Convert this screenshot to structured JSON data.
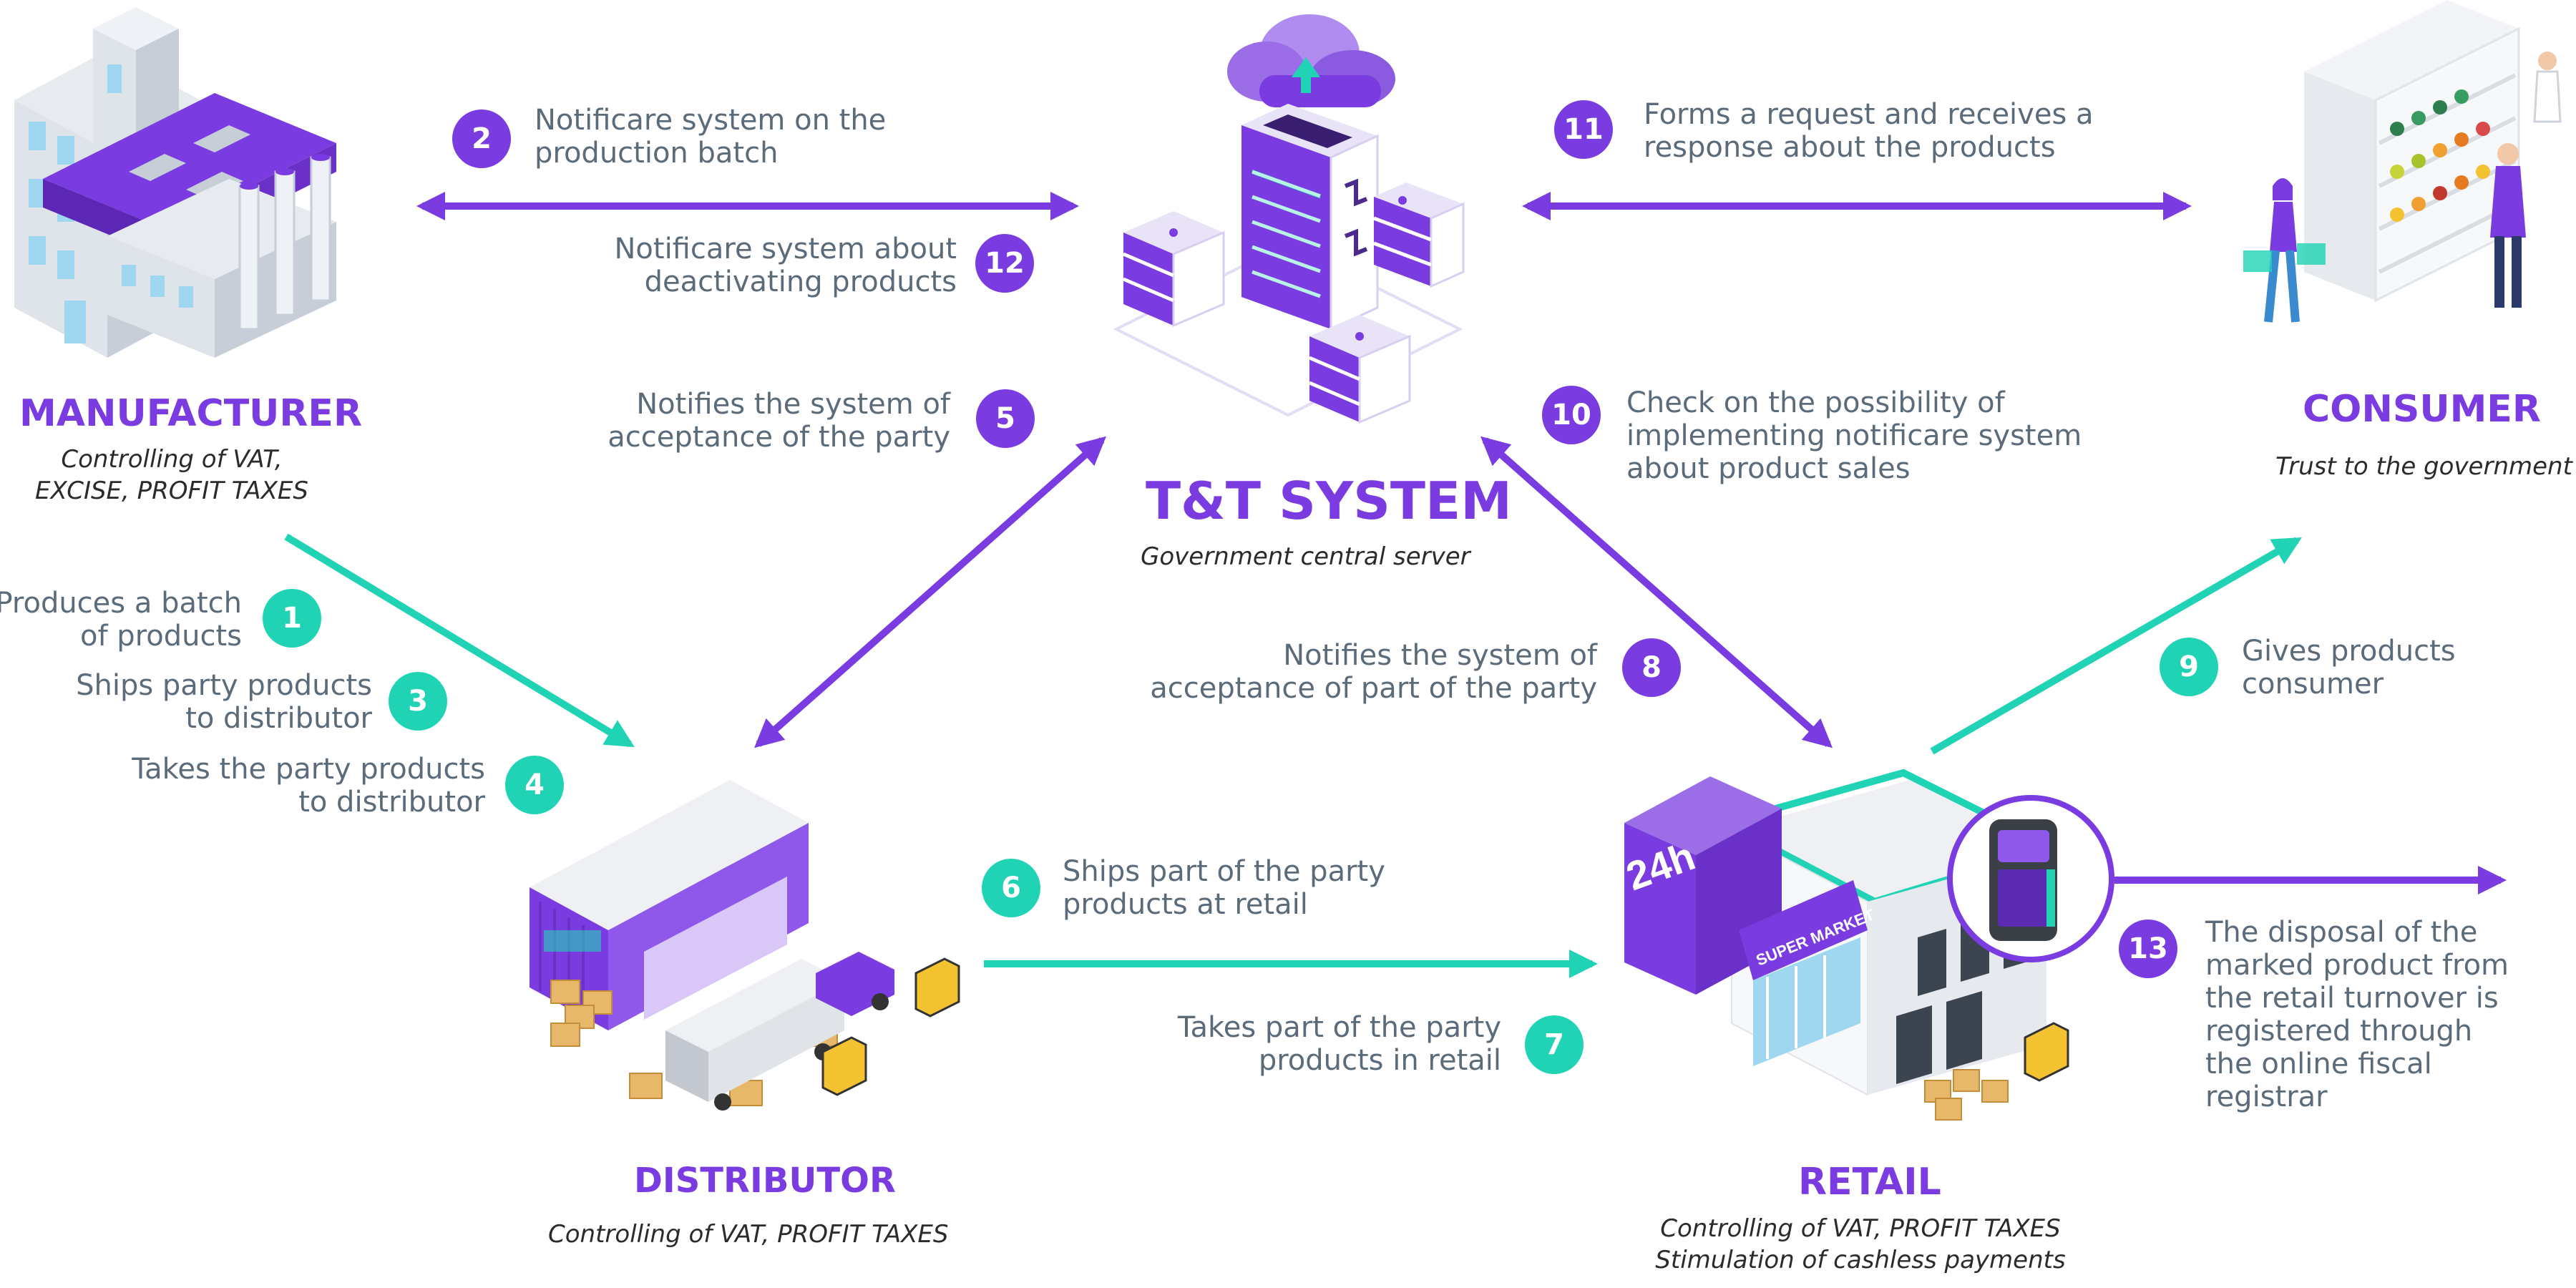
{
  "colors": {
    "purple": "#7a3ce0",
    "teal": "#1fd3b4",
    "text": "#5b6b7a"
  },
  "nodes": {
    "manufacturer": {
      "title": "MANUFACTURER",
      "sub1": "Controlling of VAT,",
      "sub2": "EXCISE, PROFIT TAXES"
    },
    "tt_system": {
      "title": "T&T SYSTEM",
      "sub1": "Government central server"
    },
    "consumer": {
      "title": "CONSUMER",
      "sub1": "Trust to the government"
    },
    "distributor": {
      "title": "DISTRIBUTOR",
      "sub1": "Controlling of VAT, PROFIT TAXES"
    },
    "retail": {
      "title": "RETAIL",
      "sub1": "Controlling of VAT, PROFIT TAXES",
      "sub2": "Stimulation of cashless payments",
      "shop_sign": "24h",
      "shop_banner": "SUPER MARKET"
    }
  },
  "steps": {
    "s1": {
      "num": "1",
      "l1": "Produces a batch",
      "l2": "of products"
    },
    "s2": {
      "num": "2",
      "l1": "Notificare system on the",
      "l2": "production batch"
    },
    "s3": {
      "num": "3",
      "l1": "Ships party products",
      "l2": "to distributor"
    },
    "s4": {
      "num": "4",
      "l1": "Takes the party products",
      "l2": "to distributor"
    },
    "s5": {
      "num": "5",
      "l1": "Notifies the system of",
      "l2": "acceptance of the party"
    },
    "s6": {
      "num": "6",
      "l1": "Ships part of the party",
      "l2": "products at retail"
    },
    "s7": {
      "num": "7",
      "l1": "Takes part of the party",
      "l2": "products in retail"
    },
    "s8": {
      "num": "8",
      "l1": "Notifies the system of",
      "l2": "acceptance of part of the party"
    },
    "s9": {
      "num": "9",
      "l1": "Gives products",
      "l2": "consumer"
    },
    "s10": {
      "num": "10",
      "l1": "Check on the possibility of",
      "l2": "implementing notificare system",
      "l3": "about product sales"
    },
    "s11": {
      "num": "11",
      "l1": "Forms a request and receives a",
      "l2": "response about the products"
    },
    "s12": {
      "num": "12",
      "l1": "Notificare system about",
      "l2": "deactivating products"
    },
    "s13": {
      "num": "13",
      "l1": "The disposal of the",
      "l2": "marked product from",
      "l3": "the retail turnover is",
      "l4": "registered through",
      "l5": "the online fiscal",
      "l6": "registrar"
    }
  }
}
